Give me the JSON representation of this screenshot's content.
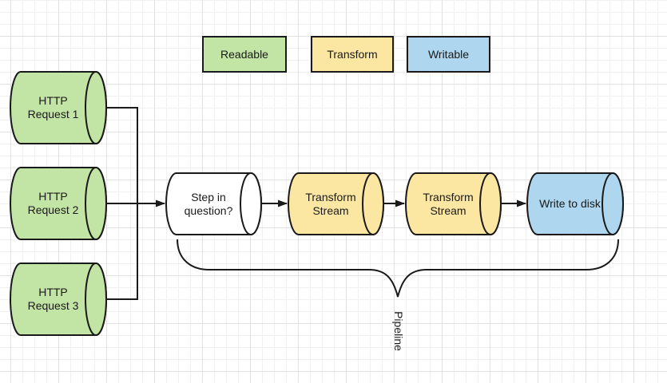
{
  "colors": {
    "readable_green": "#c2e4a4",
    "transform_yellow": "#fbe7a2",
    "writable_blue": "#aed6ee",
    "neutral_white": "#ffffff",
    "stroke": "#1a1a1a"
  },
  "legend": {
    "readable": "Readable",
    "transform": "Transform",
    "writable": "Writable"
  },
  "nodes": {
    "http_request_1": "HTTP Request 1",
    "http_request_2": "HTTP Request 2",
    "http_request_3": "HTTP Request 3",
    "step_in_question": "Step in question?",
    "transform_stream_1": "Transform Stream",
    "transform_stream_2": "Transform Stream",
    "write_to_disk": "Write to disk"
  },
  "annotations": {
    "pipeline": "Pipeline"
  }
}
